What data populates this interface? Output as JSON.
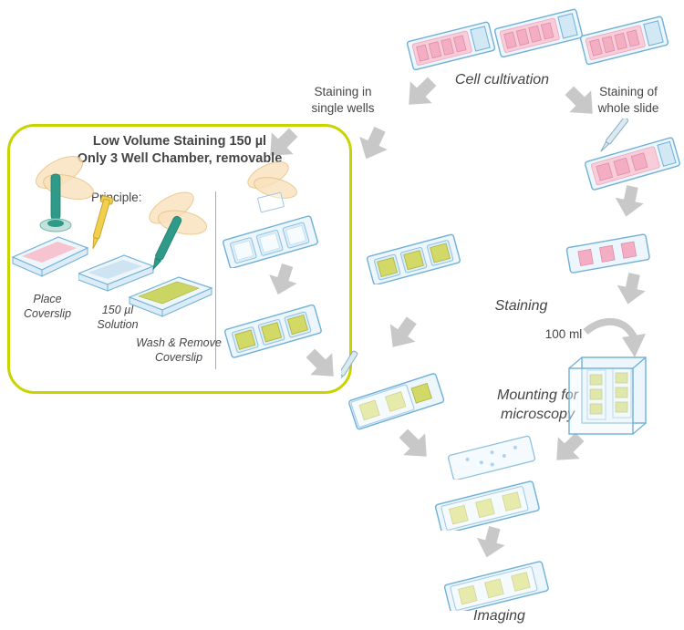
{
  "colors": {
    "accent": "#c8d400",
    "slide-stroke": "#6fb0d8",
    "well-pink": "#f3aec3",
    "well-green": "#d2d967",
    "arrow": "#c8c8c8",
    "text": "#454545",
    "teal": "#2f9a88",
    "hand": "#f9e2bd",
    "pipette-yellow": "#f0d04e"
  },
  "stages": {
    "cell_cultivation": "Cell cultivation",
    "staining": "Staining",
    "mounting": "Mounting for\nmicroscopy",
    "imaging": "Imaging"
  },
  "branches": {
    "single_wells": "Staining in\nsingle wells",
    "whole_slide": "Staining of\nwhole slide"
  },
  "volumes": {
    "jar": "100 ml"
  },
  "callout": {
    "title": "Low Volume Staining 150 µl\nOnly 3 Well Chamber, removable",
    "principle": "Principle:",
    "captions": {
      "place": "Place\nCoverslip",
      "solution": "150 µl\nSolution",
      "wash": "Wash & Remove\nCoverslip"
    }
  }
}
